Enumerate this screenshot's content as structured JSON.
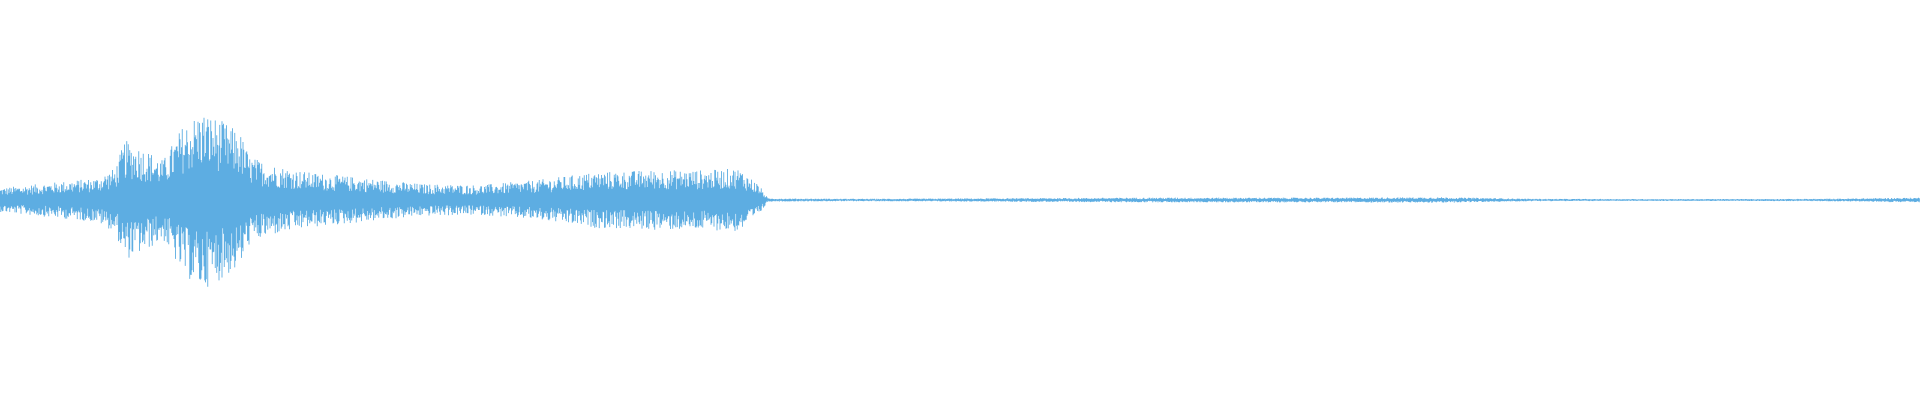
{
  "waveform": {
    "color": "#5DADE2",
    "centerline_color": "#5DADE2",
    "envelope": [
      [
        0.0,
        0.06
      ],
      [
        0.02,
        0.08
      ],
      [
        0.04,
        0.1
      ],
      [
        0.05,
        0.11
      ],
      [
        0.06,
        0.16
      ],
      [
        0.065,
        0.3
      ],
      [
        0.075,
        0.26
      ],
      [
        0.085,
        0.2
      ],
      [
        0.095,
        0.37
      ],
      [
        0.105,
        0.45
      ],
      [
        0.115,
        0.4
      ],
      [
        0.125,
        0.34
      ],
      [
        0.13,
        0.22
      ],
      [
        0.14,
        0.18
      ],
      [
        0.16,
        0.14
      ],
      [
        0.18,
        0.12
      ],
      [
        0.2,
        0.1
      ],
      [
        0.22,
        0.08
      ],
      [
        0.25,
        0.075
      ],
      [
        0.28,
        0.1
      ],
      [
        0.31,
        0.14
      ],
      [
        0.34,
        0.15
      ],
      [
        0.37,
        0.15
      ],
      [
        0.385,
        0.16
      ],
      [
        0.395,
        0.08
      ],
      [
        0.4,
        0.008
      ],
      [
        0.45,
        0.006
      ],
      [
        0.5,
        0.008
      ],
      [
        0.55,
        0.01
      ],
      [
        0.6,
        0.012
      ],
      [
        0.65,
        0.012
      ],
      [
        0.7,
        0.012
      ],
      [
        0.75,
        0.014
      ],
      [
        0.8,
        0.006
      ],
      [
        0.85,
        0.005
      ],
      [
        0.9,
        0.005
      ],
      [
        0.95,
        0.006
      ],
      [
        0.98,
        0.01
      ],
      [
        1.0,
        0.012
      ]
    ]
  }
}
